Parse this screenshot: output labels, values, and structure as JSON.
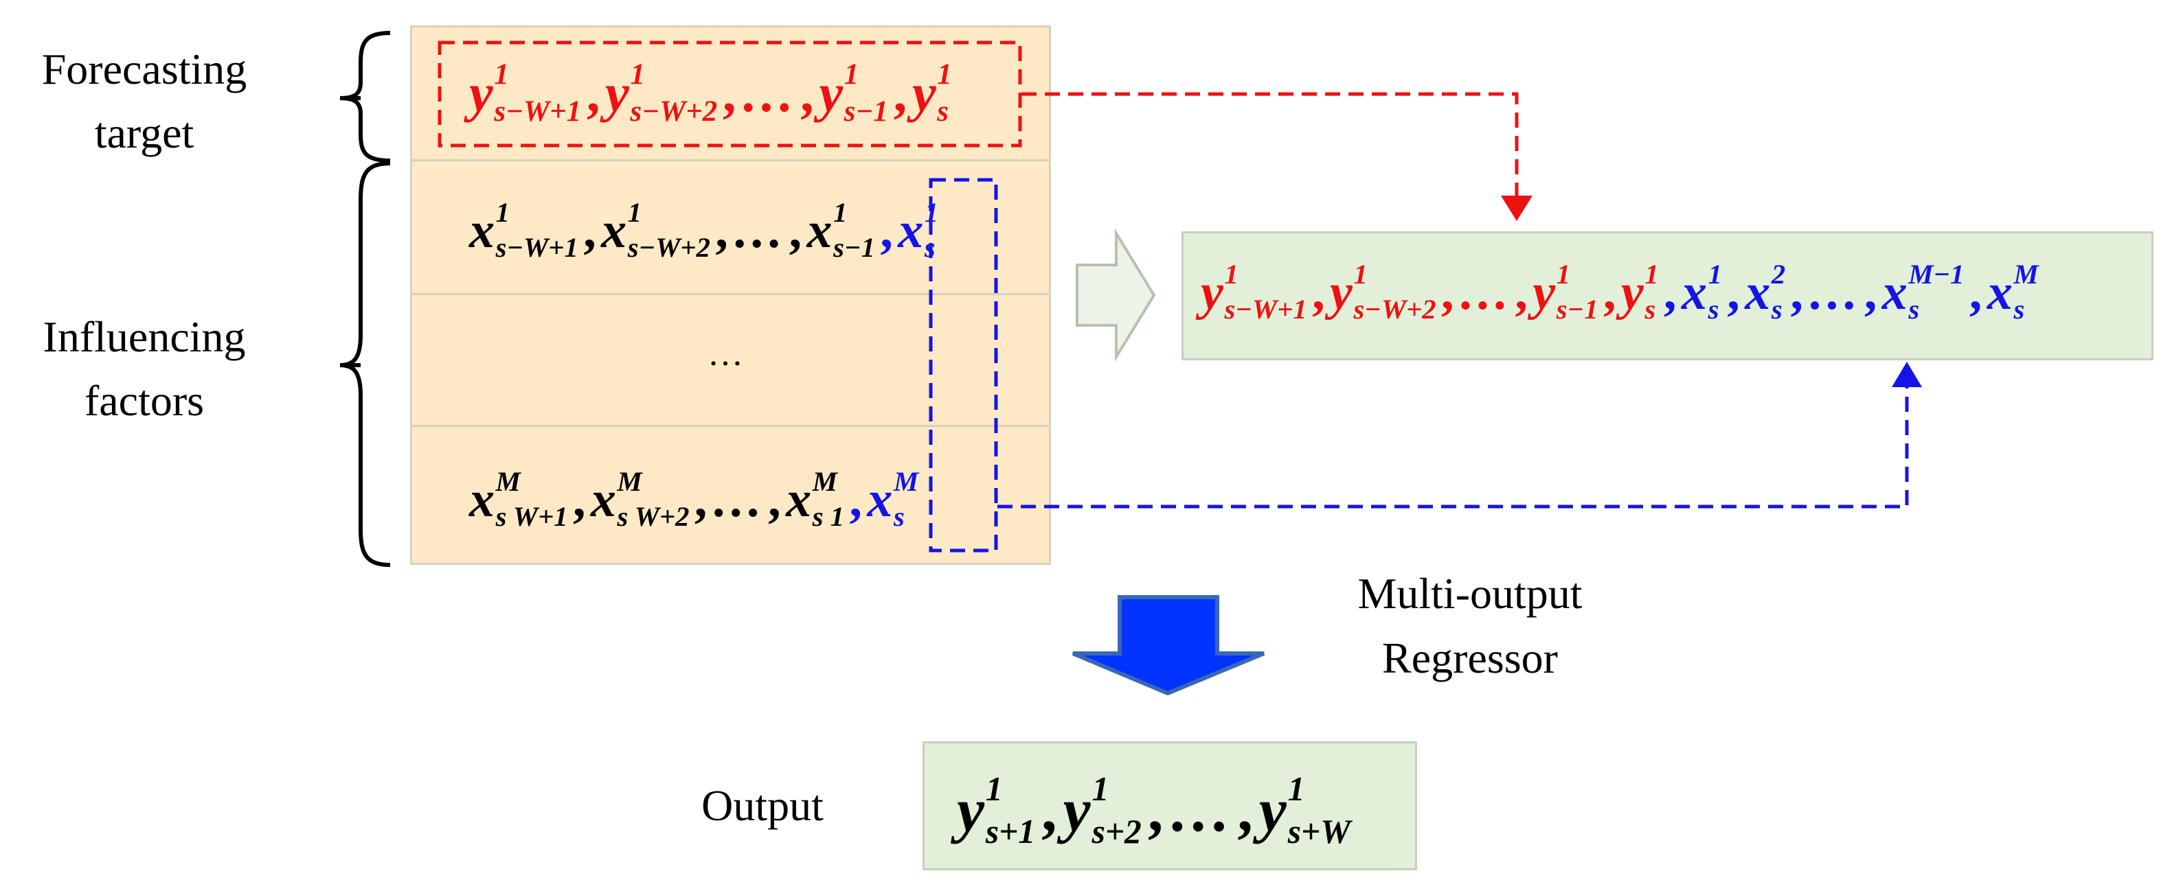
{
  "labels": {
    "forecasting_target": [
      "Forecasting",
      "target"
    ],
    "influencing_factors": [
      "Influencing",
      "factors"
    ],
    "regressor": [
      "Multi-output",
      "Regressor"
    ],
    "output": "Output"
  },
  "rows": {
    "target": {
      "color": "red",
      "terms": [
        {
          "v": "y",
          "sup": "1",
          "sub": "s−W+1"
        },
        {
          "v": "y",
          "sup": "1",
          "sub": "s−W+2"
        },
        {
          "dots": "…"
        },
        {
          "v": "y",
          "sup": "1",
          "sub": "s−1"
        },
        {
          "v": "y",
          "sup": "1",
          "sub": "s"
        }
      ]
    },
    "factor_1": {
      "color": "black",
      "terms": [
        {
          "v": "x",
          "sup": "1",
          "sub": "s−W+1"
        },
        {
          "v": "x",
          "sup": "1",
          "sub": "s−W+2"
        },
        {
          "dots": "…"
        },
        {
          "v": "x",
          "sup": "1",
          "sub": "s−1"
        },
        {
          "v": "x",
          "sup": "1",
          "sub": "s",
          "color": "blue"
        }
      ]
    },
    "ellipsis": "…",
    "factor_M": {
      "color": "black",
      "terms": [
        {
          "v": "x",
          "sup": "M",
          "sub": "s W+1"
        },
        {
          "v": "x",
          "sup": "M",
          "sub": "s W+2"
        },
        {
          "dots": "…"
        },
        {
          "v": "x",
          "sup": "M",
          "sub": "s 1"
        },
        {
          "v": "x",
          "sup": "M",
          "sub": "s",
          "color": "blue"
        }
      ]
    },
    "combined": {
      "color": "red",
      "terms": [
        {
          "v": "y",
          "sup": "1",
          "sub": "s−W+1"
        },
        {
          "v": "y",
          "sup": "1",
          "sub": "s−W+2"
        },
        {
          "dots": "…"
        },
        {
          "v": "y",
          "sup": "1",
          "sub": "s−1"
        },
        {
          "v": "y",
          "sup": "1",
          "sub": "s"
        },
        {
          "v": "x",
          "sup": "1",
          "sub": "s",
          "color": "blue"
        },
        {
          "v": "x",
          "sup": "2",
          "sub": "s",
          "color": "blue"
        },
        {
          "dots": "…",
          "color": "blue"
        },
        {
          "v": "x",
          "sup": "M−1",
          "sub": "s",
          "color": "blue"
        },
        {
          "v": "x",
          "sup": "M",
          "sub": "s",
          "color": "blue"
        }
      ]
    },
    "output": {
      "color": "black",
      "terms": [
        {
          "v": "y",
          "sup": "1",
          "sub": "s+1"
        },
        {
          "v": "y",
          "sup": "1",
          "sub": "s+2"
        },
        {
          "dots": "…"
        },
        {
          "v": "y",
          "sup": "1",
          "sub": "s+W"
        }
      ]
    }
  },
  "colors": {
    "red": "#ee1111",
    "blue": "#1414e6",
    "black": "#000000",
    "input_panel": "#fde9c6",
    "output_panel": "#e2efd9",
    "arrow_fill": "#0033ff"
  }
}
